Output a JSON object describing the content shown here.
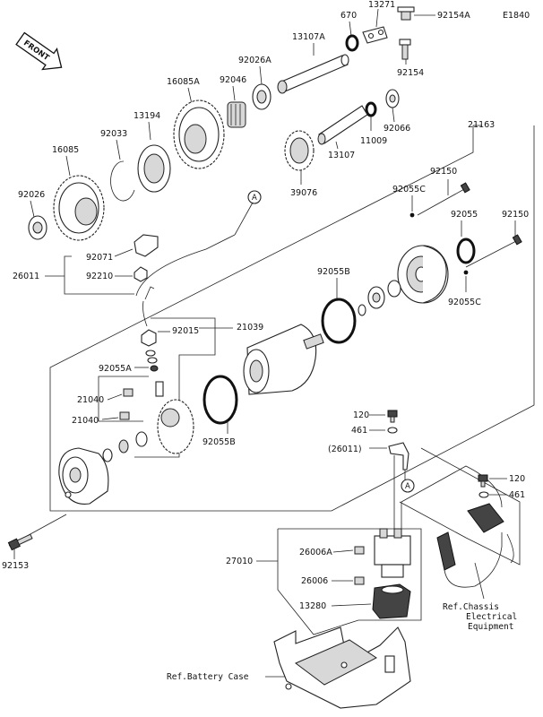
{
  "diagram": {
    "code": "E1840",
    "front_label": "FRONT",
    "callout_marker": "A",
    "part_numbers": {
      "p92154A": "92154A",
      "p670": "670",
      "p13271": "13271",
      "p13107A": "13107A",
      "p92154": "92154",
      "p92026A": "92026A",
      "p16085A": "16085A",
      "p92046": "92046",
      "p92066": "92066",
      "p11009": "11009",
      "p13194": "13194",
      "p92033": "92033",
      "p16085": "16085",
      "p13107": "13107",
      "p39076": "39076",
      "p21163": "21163",
      "p92026": "92026",
      "p92150a": "92150",
      "p92055C_top": "92055C",
      "p92055": "92055",
      "p92150b": "92150",
      "p92071": "92071",
      "p26011": "26011",
      "p92210": "92210",
      "p92055C_bot": "92055C",
      "p92055B_top": "92055B",
      "p92015": "92015",
      "p21039": "21039",
      "p92055A": "92055A",
      "p21040a": "21040",
      "p21040b": "21040",
      "p92055B_bot": "92055B",
      "p120a": "120",
      "p461a": "461",
      "p26011_paren": "(26011)",
      "p120b": "120",
      "p461b": "461",
      "p92153": "92153",
      "p27010": "27010",
      "p26006A": "26006A",
      "p26006": "26006",
      "p13280": "13280"
    },
    "references": {
      "chassis_line1": "Ref.Chassis",
      "chassis_line2": "Electrical",
      "chassis_line3": "Equipment",
      "battery_case": "Ref.Battery Case"
    }
  }
}
